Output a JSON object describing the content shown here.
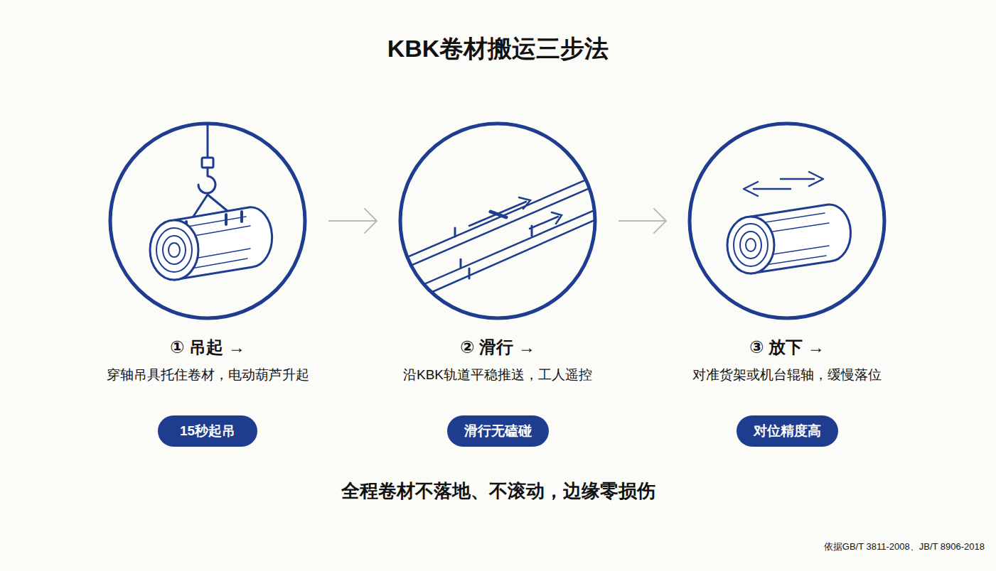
{
  "diagram": {
    "title": "KBK卷材搬运三步法",
    "nodes": [
      {
        "text": [
          "① 吊起 →",
          "穿轴吊具托住卷材，电动葫芦升起"
        ]
      },
      {
        "text": [
          "15秒起吊"
        ]
      },
      {
        "text": [
          "② 滑行 →",
          "沿KBK轨道平稳推送，工人遥控"
        ]
      },
      {
        "text": [
          "滑行无磕碰"
        ]
      },
      {
        "text": [
          "③ 放下 →",
          "对准货架或机台辊轴，缓慢落位"
        ]
      },
      {
        "text": [
          "对位精度高"
        ]
      }
    ],
    "edges": [
      {
        "from": 0,
        "to": 2,
        "arrow": "to"
      },
      {
        "from": 2,
        "to": 4,
        "arrow": "to"
      }
    ],
    "labels": [
      "全程卷材不落地、不滚动，边缘零损伤",
      "依据GB/T 3811-2008、JB/T 8906-2018"
    ]
  }
}
